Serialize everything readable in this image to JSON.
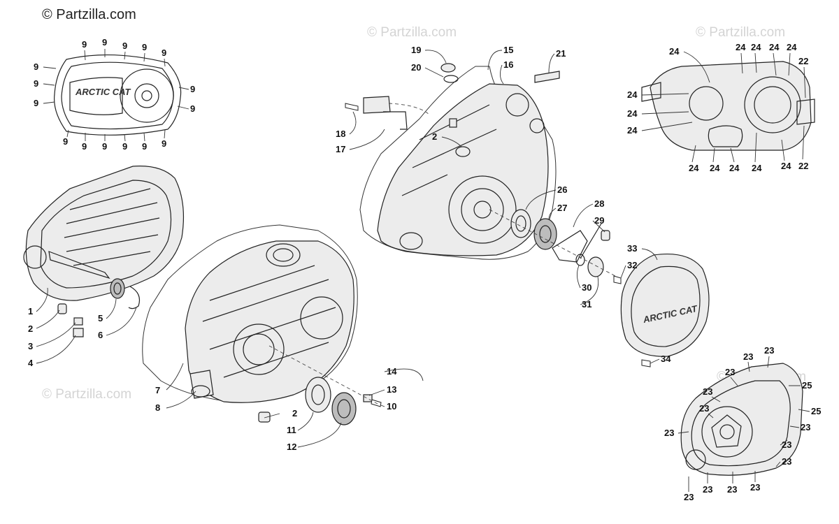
{
  "copyright": "© Partzilla.com",
  "watermark": "© Partzilla.com",
  "brand_text": "ARCTIC CAT",
  "callouts": {
    "c1": "1",
    "c2": "2",
    "c3": "3",
    "c4": "4",
    "c5": "5",
    "c6": "6",
    "c7": "7",
    "c8": "8",
    "c2b": "2",
    "c2c": "2",
    "c10": "10",
    "c11": "11",
    "c12": "12",
    "c13": "13",
    "c14": "14",
    "c15": "15",
    "c16": "16",
    "c17": "17",
    "c18": "18",
    "c19": "19",
    "c20": "20",
    "c21": "21",
    "c26": "26",
    "c27": "27",
    "c28": "28",
    "c29": "29",
    "c30": "30",
    "c31": "31",
    "c32": "32",
    "c33": "33",
    "c34": "34",
    "n9": "9",
    "n22": "22",
    "n23": "23",
    "n24": "24",
    "n25": "25"
  }
}
